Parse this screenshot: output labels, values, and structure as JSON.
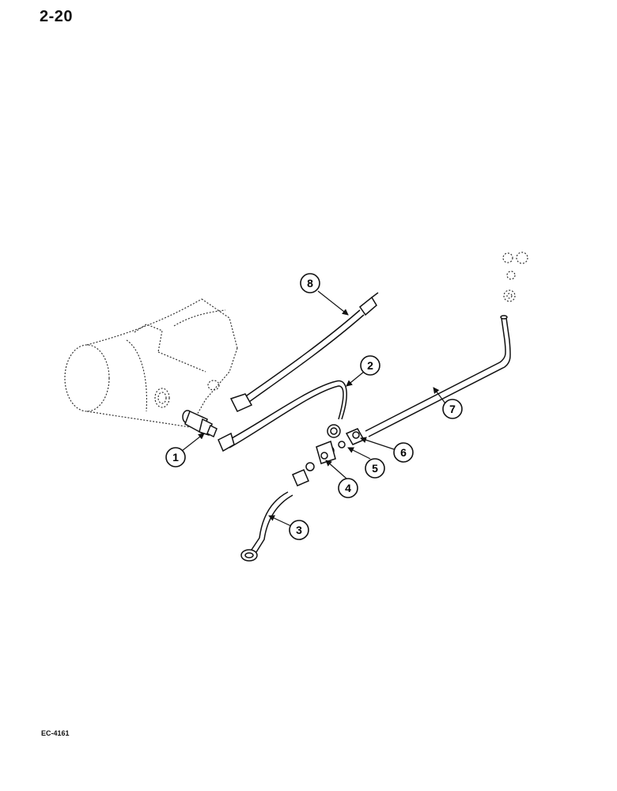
{
  "page_number": "2-20",
  "figure_code": "EC-4161",
  "callouts": [
    "1",
    "2",
    "3",
    "4",
    "5",
    "6",
    "7",
    "8"
  ]
}
